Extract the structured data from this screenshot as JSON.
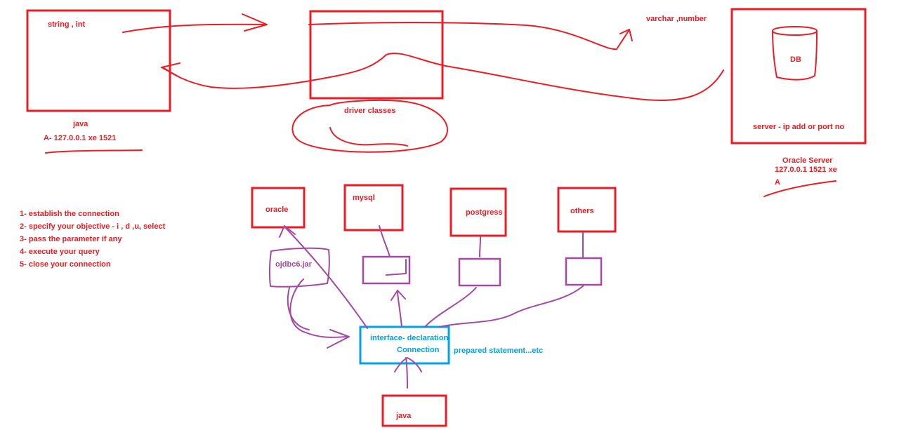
{
  "java_box": {
    "types": "string , int",
    "name": "java",
    "address": "A- 127.0.0.1  xe  1521"
  },
  "middle_box": {
    "ellipse_label": "driver classes"
  },
  "db_types": "varchar ,number",
  "server_box": {
    "db_label": "DB",
    "server_label": "server - ip add or port no",
    "name": "Oracle Server",
    "address": "127.0.0.1 1521 xe",
    "alias": "A"
  },
  "steps": [
    "1- establish the connection",
    "2- specify your objective  - i , d ,u, select",
    "3- pass the parameter if any",
    "4- execute your query",
    "5- close your connection"
  ],
  "drivers": {
    "oracle": "oracle",
    "mysql": "mysql",
    "postgres": "postgress",
    "others": "others"
  },
  "jar_label": "ojdbc6.jar",
  "interface_box": {
    "line1": "interface- declaration",
    "line2": "Connection",
    "line3": "prepared statement...etc"
  },
  "bottom_java": "java",
  "colors": {
    "red": "#ed1c24",
    "blue": "#00a2e8",
    "purple": "#a349a4"
  }
}
